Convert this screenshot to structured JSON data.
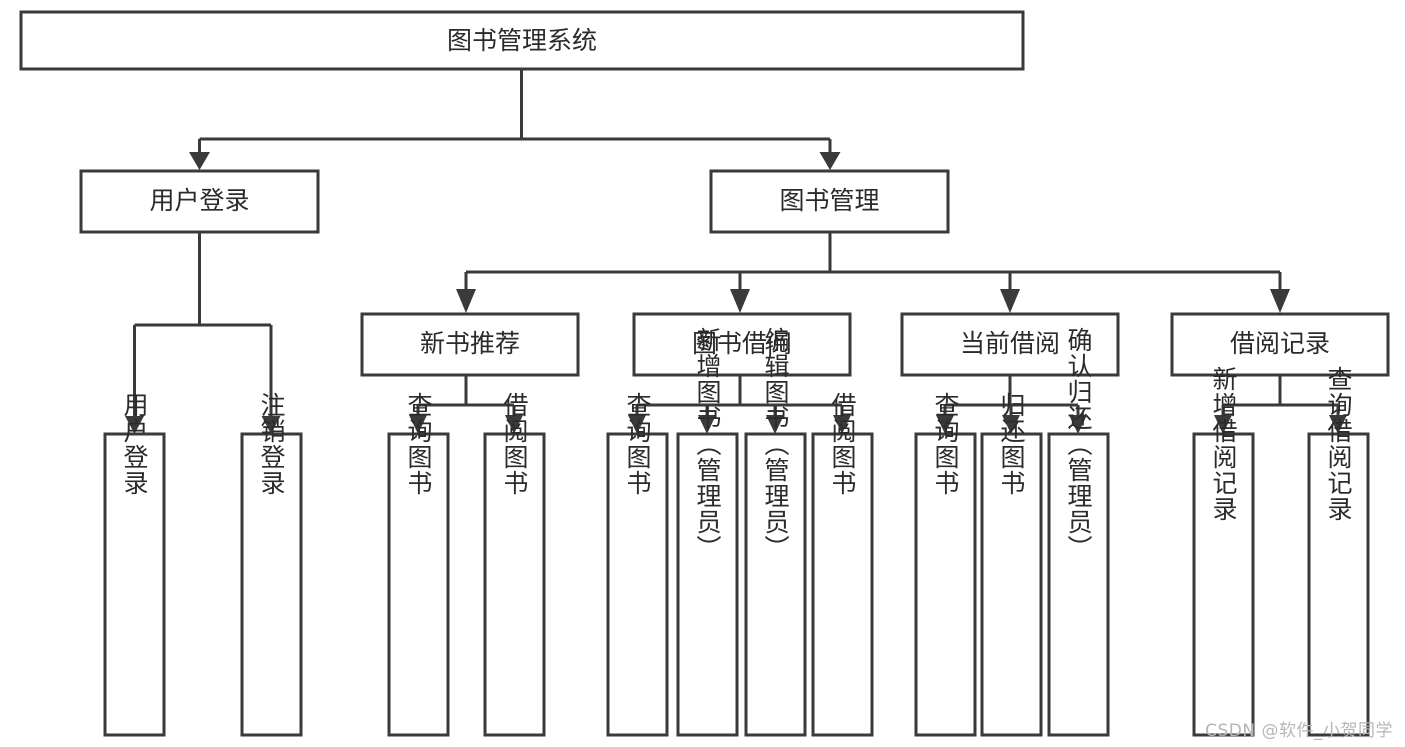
{
  "diagram": {
    "title": "图书管理系统",
    "type": "tree-hierarchy-chart",
    "root": {
      "label": "图书管理系统"
    },
    "level2": [
      {
        "label": "用户登录"
      },
      {
        "label": "图书管理"
      }
    ],
    "level3": [
      {
        "label": "新书推荐"
      },
      {
        "label": "图书借阅"
      },
      {
        "label": "当前借阅"
      },
      {
        "label": "借阅记录"
      }
    ],
    "leaves": {
      "user_login": [
        {
          "label": "用户登录"
        },
        {
          "label": "注销登录"
        }
      ],
      "new_book_recommend": [
        {
          "label": "查询图书"
        },
        {
          "label": "借阅图书"
        }
      ],
      "book_borrow": [
        {
          "label": "查询图书"
        },
        {
          "label": "新增图书（管理员）"
        },
        {
          "label": "编辑图书（管理员）"
        },
        {
          "label": "借阅图书"
        }
      ],
      "current_borrow": [
        {
          "label": "查询图书"
        },
        {
          "label": "归还图书"
        },
        {
          "label": "确认归还（管理员）"
        }
      ],
      "borrow_record": [
        {
          "label": "新增借阅记录"
        },
        {
          "label": "查询借阅记录"
        }
      ]
    }
  },
  "watermark": {
    "text": "CSDN @软件_小贺同学"
  },
  "colors": {
    "stroke": "#3a3a3a",
    "fill": "#ffffff",
    "text": "#2b2b2b",
    "watermark": "#b6b6b6"
  }
}
